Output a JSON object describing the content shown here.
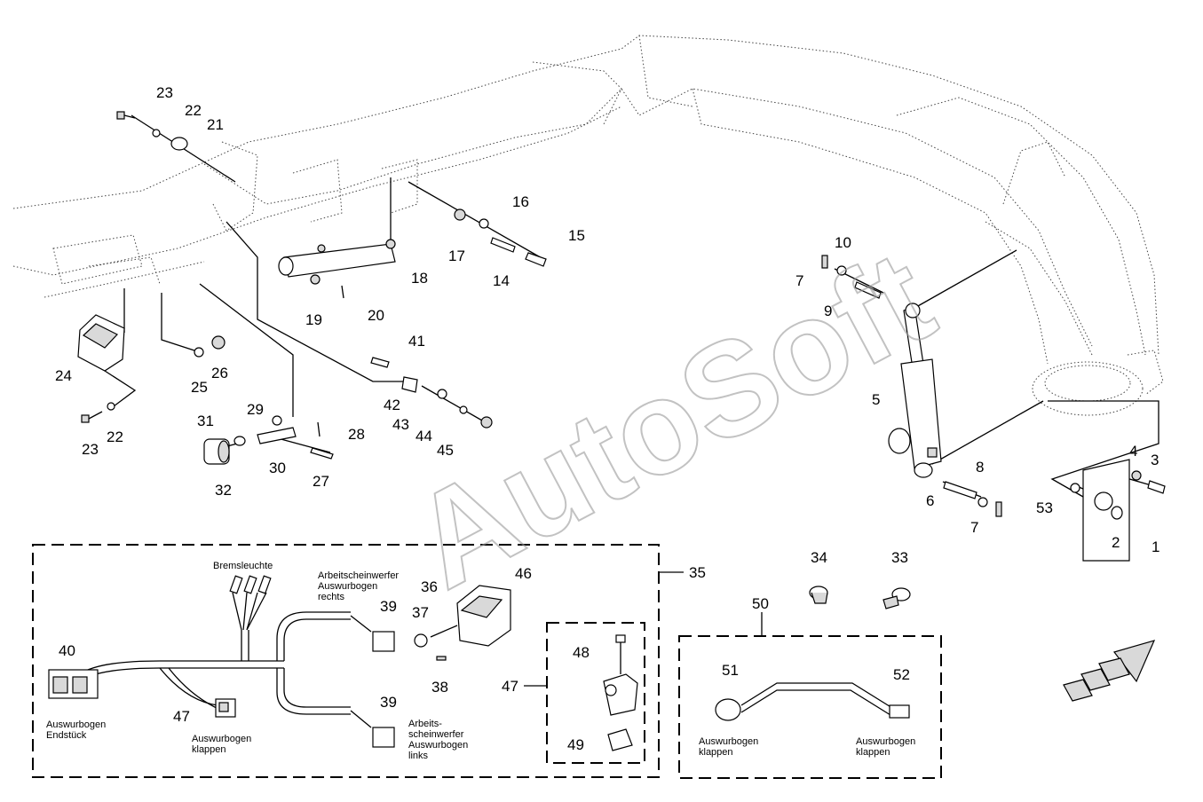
{
  "watermark": "AutoSoft",
  "callouts": {
    "c1": "1",
    "c2": "2",
    "c3": "3",
    "c4": "4",
    "c5": "5",
    "c6": "6",
    "c7a": "7",
    "c7b": "7",
    "c8": "8",
    "c9": "9",
    "c10": "10",
    "c14": "14",
    "c15": "15",
    "c16": "16",
    "c17": "17",
    "c18": "18",
    "c19": "19",
    "c20": "20",
    "c21": "21",
    "c22a": "22",
    "c22b": "22",
    "c23a": "23",
    "c23b": "23",
    "c24": "24",
    "c25": "25",
    "c26": "26",
    "c27": "27",
    "c28": "28",
    "c29": "29",
    "c30": "30",
    "c31": "31",
    "c32": "32",
    "c33": "33",
    "c34": "34",
    "c35": "35",
    "c36": "36",
    "c37": "37",
    "c38": "38",
    "c39a": "39",
    "c39b": "39",
    "c40": "40",
    "c41": "41",
    "c42": "42",
    "c43": "43",
    "c44": "44",
    "c45": "45",
    "c46": "46",
    "c47a": "47",
    "c47b": "47",
    "c48": "48",
    "c49": "49",
    "c50": "50",
    "c51": "51",
    "c52": "52",
    "c53": "53"
  },
  "labels": {
    "bremsleuchte": "Bremsleuchte",
    "arbeits_rechts": [
      "Arbeitscheinwerfer",
      "Auswurbogen",
      "rechts"
    ],
    "arbeits_links": [
      "Arbeits-",
      "scheinwerfer",
      "Auswurbogen",
      "links"
    ],
    "endstueck": [
      "Auswurbogen",
      "Endstück"
    ],
    "klappen47": [
      "Auswurbogen",
      "klappen"
    ],
    "klappen51": [
      "Auswurbogen",
      "klappen"
    ],
    "klappen52": [
      "Auswurbogen",
      "klappen"
    ]
  }
}
